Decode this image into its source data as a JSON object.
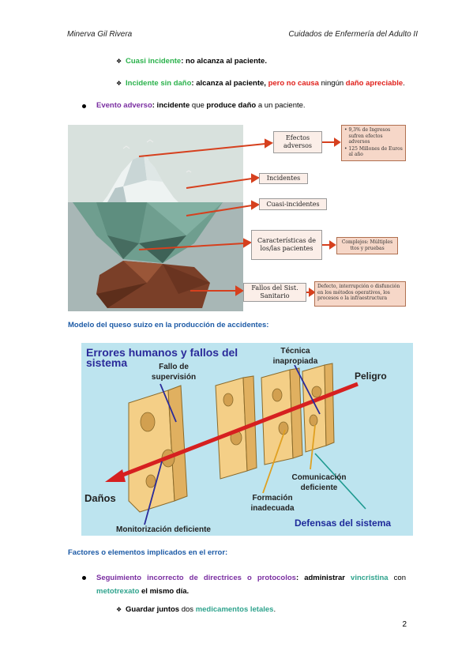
{
  "header": {
    "author": "Minerva Gil Rivera",
    "subject": "Cuidados de Enfermería del Adulto II"
  },
  "items": {
    "cuasi": {
      "term": "Cuasi incidente",
      "rest": ": no alcanza al paciente."
    },
    "sin_dano": {
      "term": "Incidente sin daño",
      "mid": ": alcanza al paciente, ",
      "red1": "pero no causa",
      "mid2": " ningún ",
      "red2": "daño apreciable",
      "end": "."
    },
    "evento": {
      "term": "Evento adverso",
      "p1": ": incidente ",
      "p2": "que",
      "p3": " produce daño ",
      "p4": "a un paciente."
    }
  },
  "iceberg": {
    "efectos": "Efectos adversos",
    "incidentes": "Incidentes",
    "cuasi_incidentes": "Cuasi-incidentes",
    "caracteristicas": "Características de los/las pacientes",
    "fallos": "Fallos del Sist. Sanitario",
    "stat1": "9,3% de Ingresos sufren efectos adversos",
    "stat2": "125 Millones de Euros al año",
    "complejos": "Complejos: Múltiples ttos y pruebas",
    "defecto": "Defecto, interrupción o disfunción en los métodos operativos, los procesos o la infraestructura"
  },
  "cheese_heading": "Modelo del queso suizo en la producción de accidentes:",
  "cheese": {
    "errores": "Errores humanos y fallos del sistema",
    "fallo_sup": "Fallo de supervisión",
    "tecnica": "Técnica inapropiada",
    "peligro": "Peligro",
    "danos": "Daños",
    "comunicacion": "Comunicación deficiente",
    "formacion": "Formación inadecuada",
    "monitorizacion": "Monitorización deficiente",
    "defensas": "Defensas del sistema"
  },
  "factores_heading": "Factores o elementos implicados en el error:",
  "seguimiento": {
    "term": "Seguimiento incorrecto de directrices o protocolos",
    "p1": ": administrar ",
    "drug1": "vincristina",
    "p2": " con",
    "drug2": "metotrexato",
    "p3": " el mismo día."
  },
  "guardar": {
    "p1": "Guardar juntos",
    "p2": " dos ",
    "term": "medicamentos letales",
    "end": "."
  },
  "page_number": "2"
}
